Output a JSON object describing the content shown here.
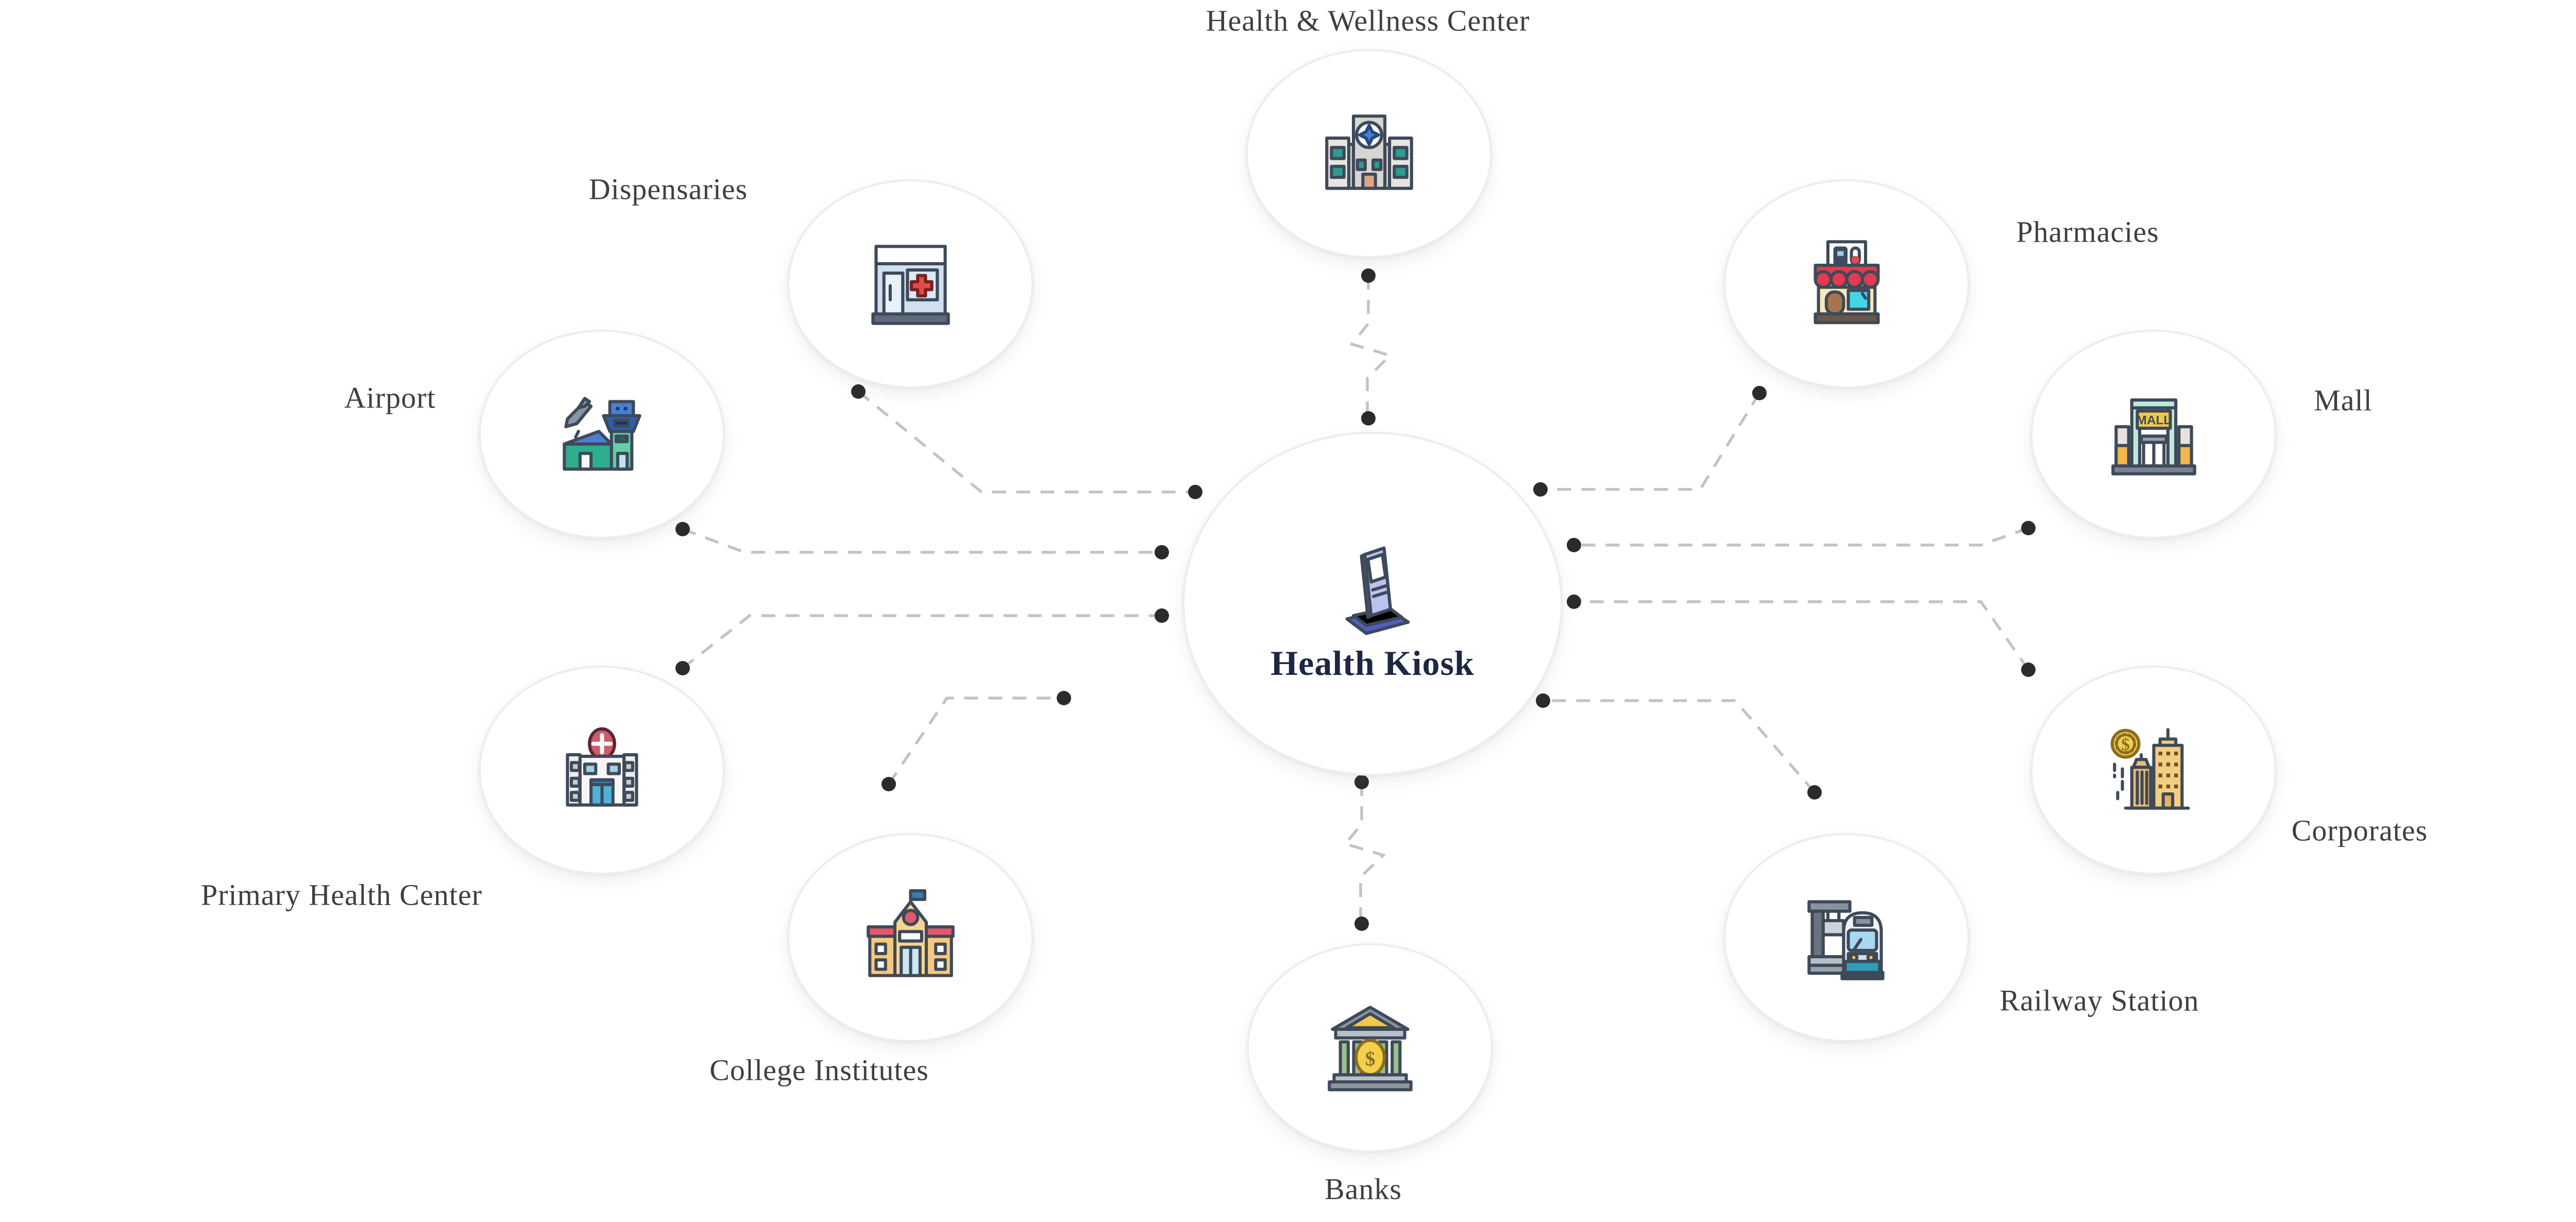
{
  "diagram": {
    "center": {
      "label": "Health Kiosk",
      "icon": "kiosk-icon"
    },
    "nodes": [
      {
        "id": "hwc",
        "label": "Health & Wellness Center",
        "icon": "hospital-icon"
      },
      {
        "id": "dispensaries",
        "label": "Dispensaries",
        "icon": "dispensary-store-icon"
      },
      {
        "id": "airport",
        "label": "Airport",
        "icon": "airport-icon"
      },
      {
        "id": "phc",
        "label": "Primary Health Center",
        "icon": "clinic-building-icon"
      },
      {
        "id": "college",
        "label": "College Institutes",
        "icon": "school-building-icon"
      },
      {
        "id": "banks",
        "label": "Banks",
        "icon": "bank-icon"
      },
      {
        "id": "pharmacies",
        "label": "Pharmacies",
        "icon": "pharmacy-store-icon"
      },
      {
        "id": "mall",
        "label": "Mall",
        "icon": "mall-icon"
      },
      {
        "id": "corporates",
        "label": "Corporates",
        "icon": "corporate-buildings-icon"
      },
      {
        "id": "railway",
        "label": "Railway Station",
        "icon": "train-station-icon"
      }
    ],
    "mall_sign_text": "MALL",
    "currency_symbol": "$",
    "colors": {
      "background": "#ffffff",
      "dash_line": "#c3c3c3",
      "endpoint_dot": "#2b2b2b",
      "node_border": "#ededed",
      "label_text": "#3f3f3f",
      "hub_label_text": "#1c2742",
      "kiosk_blue": "#5a6ac8",
      "red_accent": "#e23b4e",
      "teal_accent": "#2e9d8f",
      "gold_accent": "#f2c84b"
    }
  }
}
